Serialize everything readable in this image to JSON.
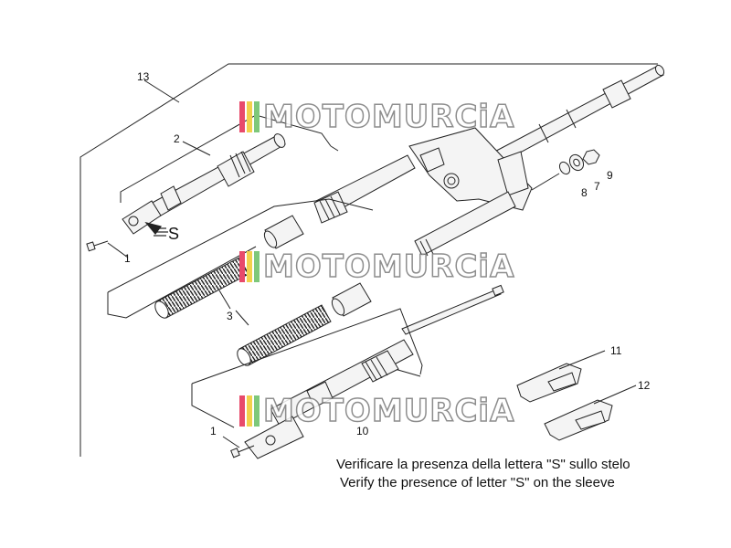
{
  "diagram": {
    "callouts": [
      "13",
      "2",
      "1",
      "3",
      "8",
      "7",
      "9",
      "11",
      "12",
      "1",
      "10"
    ],
    "special_mark": "S",
    "note_italian": "Verificare la presenza della lettera \"S\" sullo stelo",
    "note_english": "Verify the presence of letter \"S\" on the sleeve"
  },
  "watermark": {
    "text": "MOTOMURCiA",
    "colors": {
      "bar1": "#e84a6b",
      "bar2": "#f2d14b",
      "bar3": "#7ec87a"
    }
  },
  "colors": {
    "line": "#222222",
    "part_fill": "#f4f4f4"
  }
}
